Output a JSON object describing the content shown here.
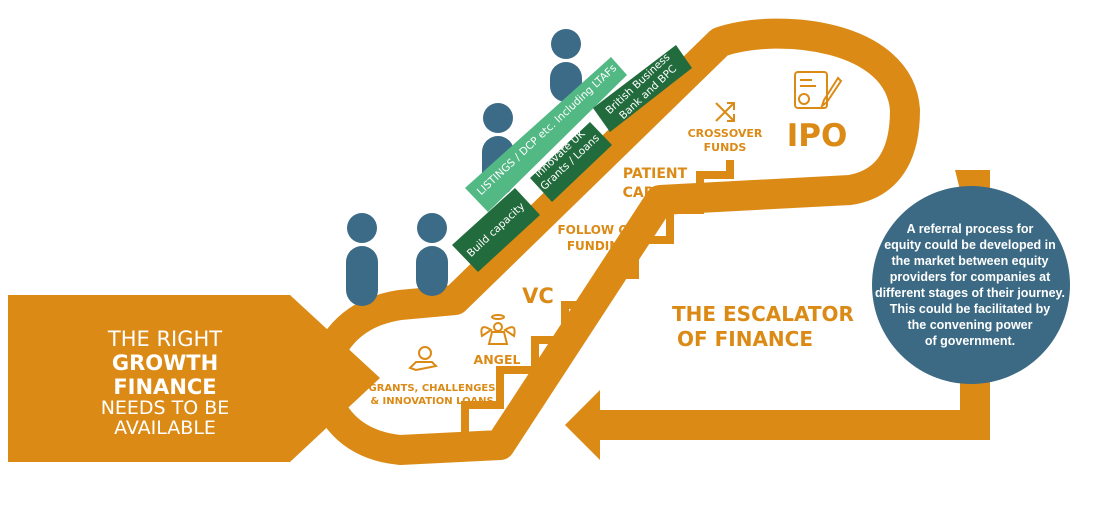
{
  "colors": {
    "orange": "#db8a16",
    "orange_light": "#e39b2b",
    "green_dark": "#226b3d",
    "green_light": "#52b884",
    "figure_blue": "#3b6b87",
    "circle_blue": "#3c6a84",
    "white": "#ffffff"
  },
  "arrow_label": {
    "line1": "THE RIGHT",
    "line2": "GROWTH",
    "line3": "FINANCE",
    "line4": "NEEDS TO BE",
    "line5": "AVAILABLE"
  },
  "stages": {
    "grants_line1": "GRANTS, CHALLENGES",
    "grants_line2": "& INNOVATION LOANS",
    "angel": "ANGEL",
    "vc": "VC",
    "follow_on_line1": "FOLLOW ON",
    "follow_on_line2": "FUNDING",
    "patient_line1": "PATIENT",
    "patient_line2": "CAPITAL",
    "crossover_line1": "CROSSOVER",
    "crossover_line2": "FUNDS",
    "ipo": "IPO"
  },
  "escalator_title": {
    "line1": "THE ESCALATOR",
    "line2": "OF FINANCE"
  },
  "bands": {
    "build_capacity": "Build capacity",
    "innovate_line1": "Innovate UK",
    "innovate_line2": "Grants / Loans",
    "listings": "LISTINGS / DCP etc. Including LTAFs",
    "bbb_line1": "British Business",
    "bbb_line2": "Bank and BPC"
  },
  "info_circle": {
    "line1": "A referral process for",
    "line2": "equity could be developed in",
    "line3": "the market between equity",
    "line4": "providers for companies at",
    "line5": "different stages of their journey.",
    "line6": "This could be facilitated by",
    "line7": "the convening power",
    "line8": "of government."
  },
  "icons": [
    "hand-heart-icon",
    "angel-icon",
    "crossover-arrows-icon",
    "certificate-icon",
    "person-icon"
  ]
}
